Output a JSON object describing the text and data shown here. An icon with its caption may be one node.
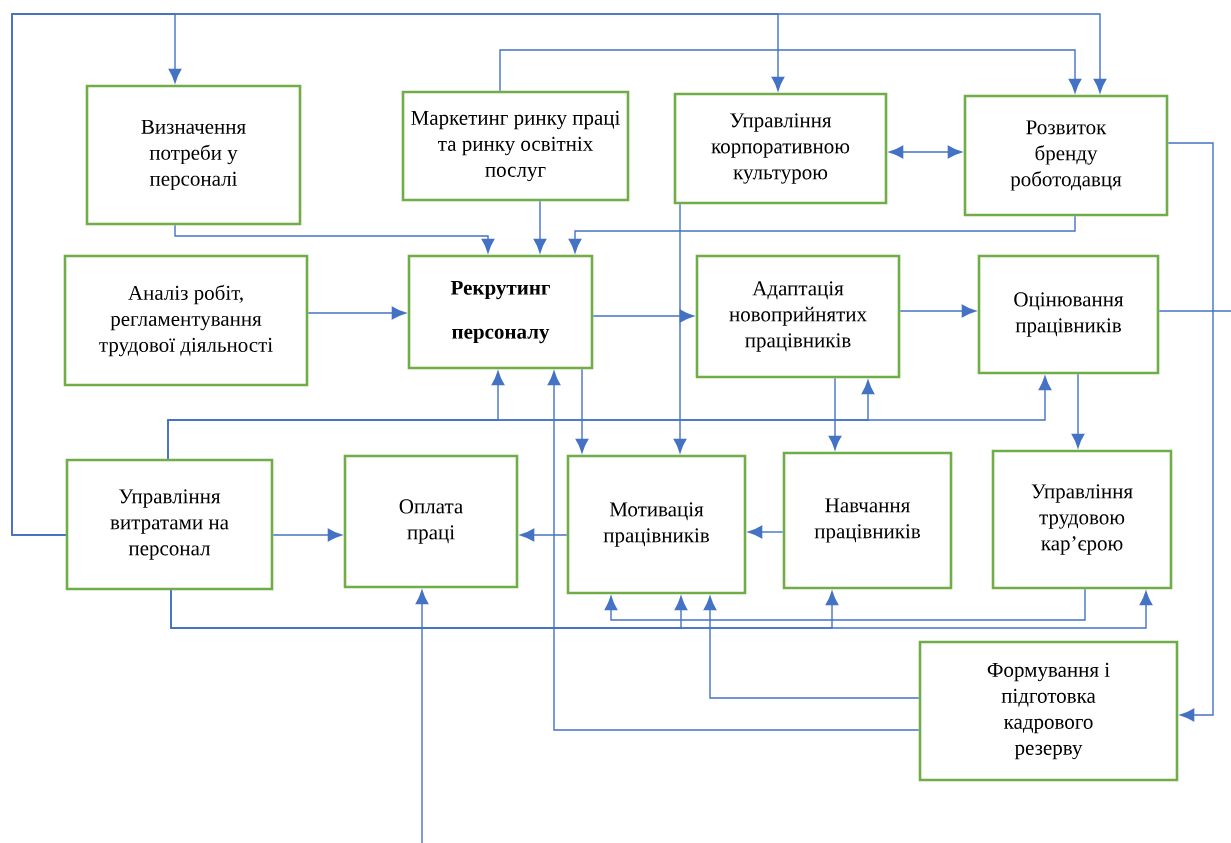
{
  "diagram": {
    "nodes": [
      {
        "text": [
          "Визначення потреби у персоналі"
        ]
      },
      {
        "text": [
          "Маркетинг ринку праці та ринку освітніх послуг"
        ]
      },
      {
        "text": [
          "Управління корпоративною культурою"
        ]
      },
      {
        "text": [
          "Розвиток бренду роботодавця"
        ]
      },
      {
        "text": [
          "Аналіз робіт, регламентування трудової діяльності"
        ]
      },
      {
        "text": [
          "Рекрутинг персоналу"
        ]
      },
      {
        "text": [
          "Адаптація новоприйнятих працівників"
        ]
      },
      {
        "text": [
          "Оцінювання працівників"
        ]
      },
      {
        "text": [
          "Управління витратами на персонал"
        ]
      },
      {
        "text": [
          "Оплата праці"
        ]
      },
      {
        "text": [
          "Мотивація працівників"
        ]
      },
      {
        "text": [
          "Навчання працівників"
        ]
      },
      {
        "text": [
          "Управління трудовою кар’єрою"
        ]
      },
      {
        "text": [
          "Формування і підготовка кадрового резерву"
        ]
      }
    ],
    "edges": [
      {
        "from": 8,
        "to": 0,
        "arrow": "to"
      },
      {
        "from": 8,
        "to": 2,
        "arrow": "to"
      },
      {
        "from": 8,
        "to": 3,
        "arrow": "to"
      },
      {
        "from": 1,
        "to": 3,
        "arrow": "to"
      },
      {
        "from": 0,
        "to": 5,
        "arrow": "to"
      },
      {
        "from": 1,
        "to": 5,
        "arrow": "to"
      },
      {
        "from": 3,
        "to": 5,
        "arrow": "to"
      },
      {
        "from": 2,
        "to": 3,
        "arrow": "both"
      },
      {
        "from": 4,
        "to": 5,
        "arrow": "to"
      },
      {
        "from": 5,
        "to": 6,
        "arrow": "to"
      },
      {
        "from": 6,
        "to": 7,
        "arrow": "to"
      },
      {
        "from": 7,
        "to": null,
        "arrow": "none"
      },
      {
        "from": 3,
        "to": 13,
        "arrow": "to"
      },
      {
        "from": 2,
        "to": 10,
        "arrow": "to"
      },
      {
        "from": 5,
        "to": 10,
        "arrow": "to"
      },
      {
        "from": 8,
        "to": 5,
        "arrow": "to"
      },
      {
        "from": 8,
        "to": 6,
        "arrow": "to"
      },
      {
        "from": 8,
        "to": 7,
        "arrow": "to"
      },
      {
        "from": 6,
        "to": 11,
        "arrow": "to"
      },
      {
        "from": 7,
        "to": 12,
        "arrow": "to"
      },
      {
        "from": 8,
        "to": 9,
        "arrow": "to"
      },
      {
        "from": 10,
        "to": 9,
        "arrow": "to"
      },
      {
        "from": 11,
        "to": 10,
        "arrow": "to"
      },
      {
        "from": 8,
        "to": 10,
        "arrow": "to"
      },
      {
        "from": 8,
        "to": 11,
        "arrow": "to"
      },
      {
        "from": 8,
        "to": 12,
        "arrow": "to"
      },
      {
        "from": null,
        "to": 9,
        "arrow": "to"
      },
      {
        "from": 12,
        "to": 10,
        "arrow": "to"
      },
      {
        "from": 13,
        "to": 10,
        "arrow": "to"
      },
      {
        "from": 13,
        "to": 5,
        "arrow": "to"
      }
    ]
  }
}
